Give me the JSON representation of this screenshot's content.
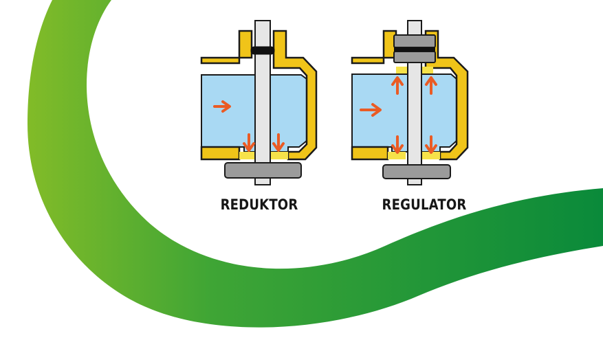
{
  "diagrams": [
    {
      "label": "REDUKTOR",
      "flow_direction": "down"
    },
    {
      "label": "REGULATOR",
      "flow_direction": "up-and-down"
    }
  ],
  "colors": {
    "housing": "#f0c419",
    "housing_outline": "#1a1a1a",
    "fluid": "#a9d9f3",
    "stem": "#e6e6e6",
    "plate": "#9b9b9b",
    "arrow": "#ea5b24",
    "seal": "#f6e24a",
    "ribbon_start": "#8cbf26",
    "ribbon_end": "#0a8a3a"
  }
}
